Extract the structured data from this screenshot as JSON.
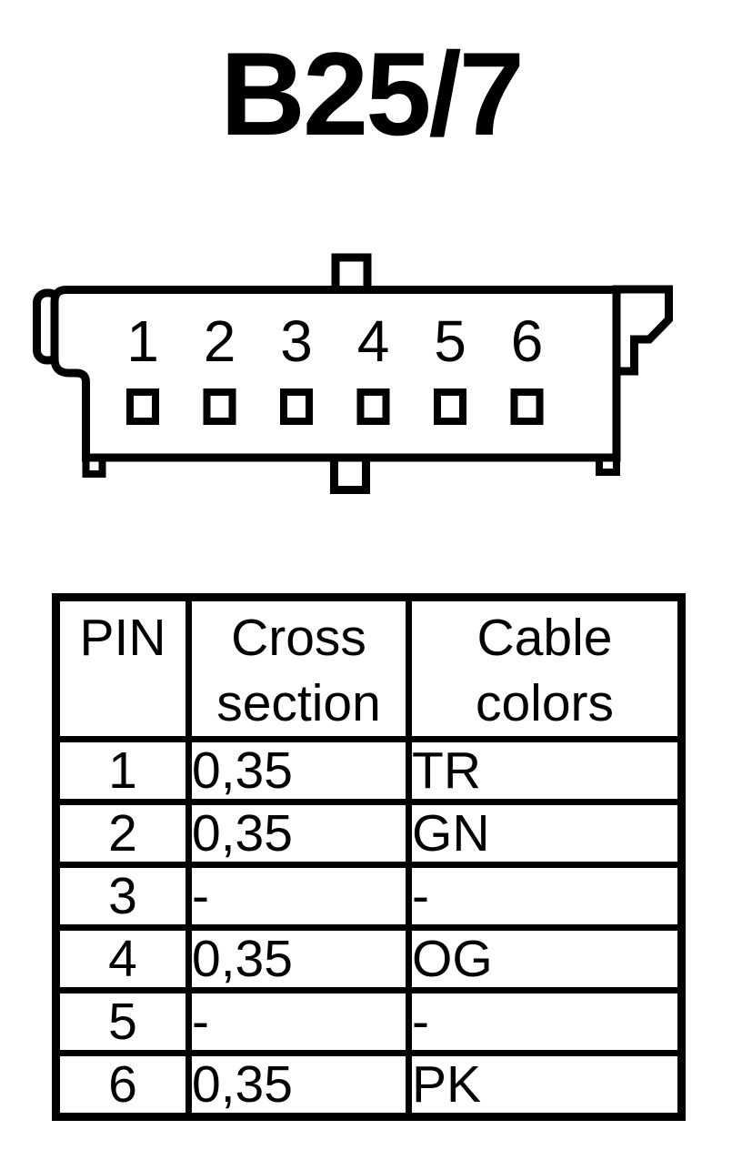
{
  "title": "B25/7",
  "colors": {
    "ink": "#000000",
    "background": "#ffffff"
  },
  "connector": {
    "pin_labels": [
      "1",
      "2",
      "3",
      "4",
      "5",
      "6"
    ]
  },
  "table": {
    "headers": {
      "pin": "PIN",
      "cross_section": "Cross section",
      "cable_colors": "Cable colors"
    },
    "rows": [
      {
        "pin": "1",
        "cross_section": "0,35",
        "cable_color": "TR"
      },
      {
        "pin": "2",
        "cross_section": "0,35",
        "cable_color": "GN"
      },
      {
        "pin": "3",
        "cross_section": "-",
        "cable_color": "-"
      },
      {
        "pin": "4",
        "cross_section": "0,35",
        "cable_color": "OG"
      },
      {
        "pin": "5",
        "cross_section": "-",
        "cable_color": "-"
      },
      {
        "pin": "6",
        "cross_section": "0,35",
        "cable_color": "PK"
      }
    ]
  }
}
